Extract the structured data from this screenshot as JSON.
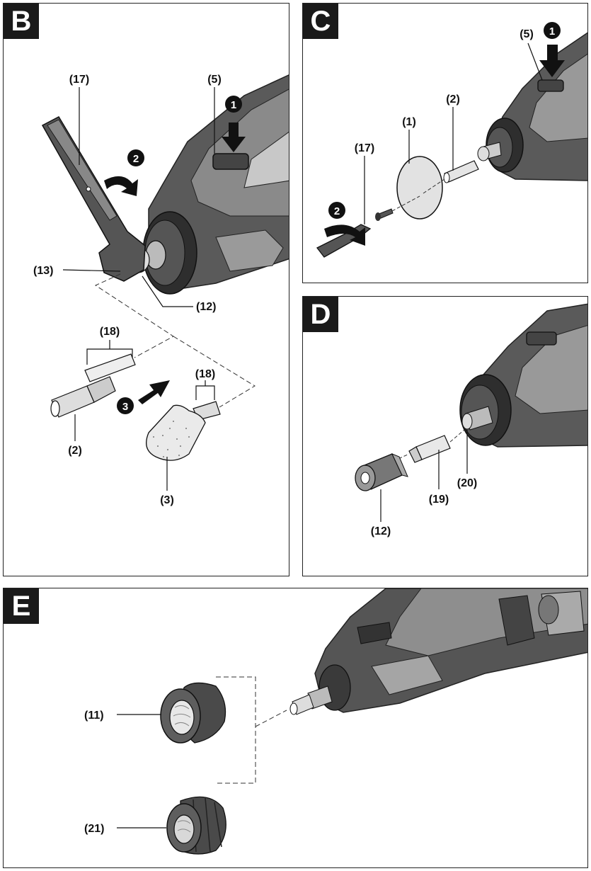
{
  "panels": {
    "B": {
      "letter": "B",
      "labels": {
        "l17": "(17)",
        "l5": "(5)",
        "l13": "(13)",
        "l12": "(12)",
        "l18a": "(18)",
        "l18b": "(18)",
        "l2": "(2)",
        "l3": "(3)"
      },
      "steps": {
        "s1": "1",
        "s2": "2",
        "s3": "3"
      }
    },
    "C": {
      "letter": "C",
      "labels": {
        "l5": "(5)",
        "l2": "(2)",
        "l1": "(1)",
        "l17": "(17)"
      },
      "steps": {
        "s1": "1",
        "s2": "2"
      }
    },
    "D": {
      "letter": "D",
      "labels": {
        "l20": "(20)",
        "l19": "(19)",
        "l12": "(12)"
      }
    },
    "E": {
      "letter": "E",
      "labels": {
        "l11": "(11)",
        "l21": "(21)"
      }
    }
  },
  "colors": {
    "tool_dark": "#3a3a3a",
    "tool_mid": "#6e6e6e",
    "tool_light": "#b8b8b8",
    "ink": "#111111"
  }
}
